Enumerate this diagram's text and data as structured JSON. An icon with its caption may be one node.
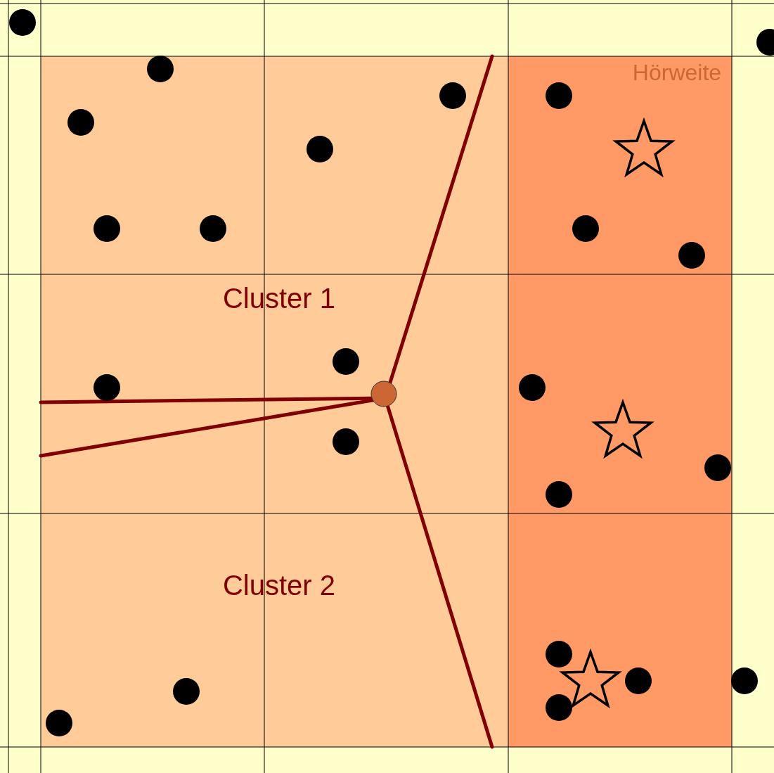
{
  "diagram": {
    "labels": [
      "Hörweite",
      "Cluster 1",
      "Cluster 2"
    ]
  }
}
